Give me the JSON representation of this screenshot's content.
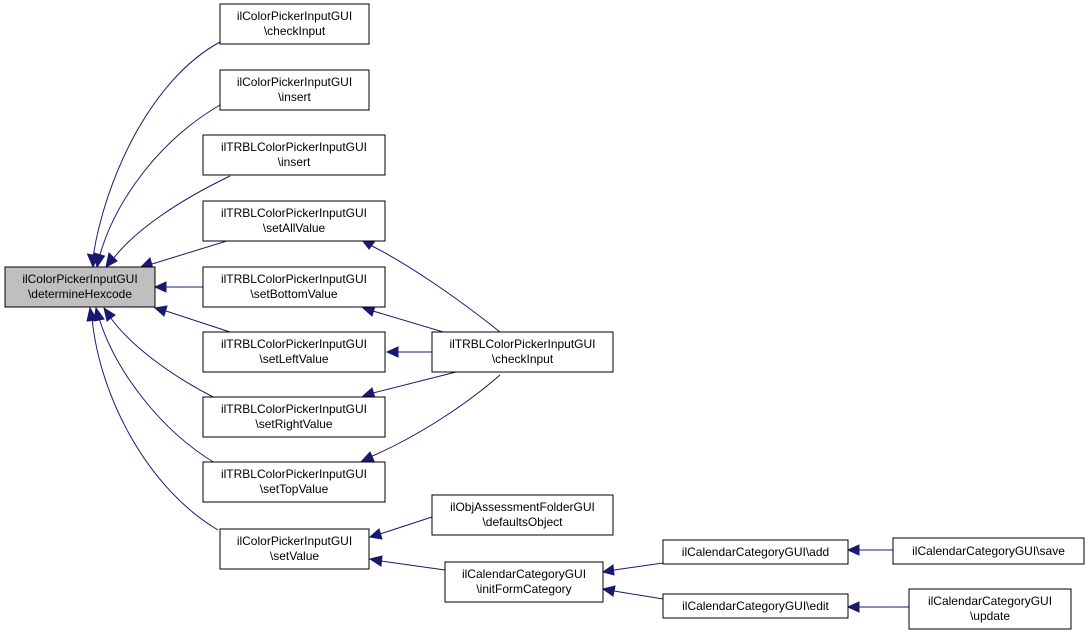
{
  "diagram": {
    "nodes": [
      {
        "id": "n0",
        "line1": "ilColorPickerInputGUI",
        "line2": "\\determineHexcode",
        "highlight": true
      },
      {
        "id": "n1",
        "line1": "ilColorPickerInputGUI",
        "line2": "\\checkInput"
      },
      {
        "id": "n2",
        "line1": "ilColorPickerInputGUI",
        "line2": "\\insert"
      },
      {
        "id": "n3",
        "line1": "ilTRBLColorPickerInputGUI",
        "line2": "\\insert"
      },
      {
        "id": "n4",
        "line1": "ilTRBLColorPickerInputGUI",
        "line2": "\\setAllValue"
      },
      {
        "id": "n5",
        "line1": "ilTRBLColorPickerInputGUI",
        "line2": "\\setBottomValue"
      },
      {
        "id": "n6",
        "line1": "ilTRBLColorPickerInputGUI",
        "line2": "\\setLeftValue"
      },
      {
        "id": "n7",
        "line1": "ilTRBLColorPickerInputGUI",
        "line2": "\\setRightValue"
      },
      {
        "id": "n8",
        "line1": "ilTRBLColorPickerInputGUI",
        "line2": "\\setTopValue"
      },
      {
        "id": "n9",
        "line1": "ilColorPickerInputGUI",
        "line2": "\\setValue"
      },
      {
        "id": "n10",
        "line1": "ilTRBLColorPickerInputGUI",
        "line2": "\\checkInput"
      },
      {
        "id": "n11",
        "line1": "ilObjAssessmentFolderGUI",
        "line2": "\\defaultsObject"
      },
      {
        "id": "n12",
        "line1": "ilCalendarCategoryGUI",
        "line2": "\\initFormCategory"
      },
      {
        "id": "n13",
        "line1": "ilCalendarCategoryGUI\\add",
        "line2": ""
      },
      {
        "id": "n14",
        "line1": "ilCalendarCategoryGUI\\edit",
        "line2": ""
      },
      {
        "id": "n15",
        "line1": "ilCalendarCategoryGUI\\save",
        "line2": ""
      },
      {
        "id": "n16",
        "line1": "ilCalendarCategoryGUI",
        "line2": "\\update"
      }
    ],
    "edges": [
      {
        "from": "n1",
        "to": "n0"
      },
      {
        "from": "n2",
        "to": "n0"
      },
      {
        "from": "n3",
        "to": "n0"
      },
      {
        "from": "n4",
        "to": "n0"
      },
      {
        "from": "n5",
        "to": "n0"
      },
      {
        "from": "n6",
        "to": "n0"
      },
      {
        "from": "n7",
        "to": "n0"
      },
      {
        "from": "n8",
        "to": "n0"
      },
      {
        "from": "n9",
        "to": "n0"
      },
      {
        "from": "n10",
        "to": "n4"
      },
      {
        "from": "n10",
        "to": "n5"
      },
      {
        "from": "n10",
        "to": "n6"
      },
      {
        "from": "n10",
        "to": "n7"
      },
      {
        "from": "n10",
        "to": "n8"
      },
      {
        "from": "n11",
        "to": "n9"
      },
      {
        "from": "n12",
        "to": "n9"
      },
      {
        "from": "n13",
        "to": "n12"
      },
      {
        "from": "n14",
        "to": "n12"
      },
      {
        "from": "n15",
        "to": "n13"
      },
      {
        "from": "n16",
        "to": "n14"
      }
    ],
    "colors": {
      "node_fill": "#ffffff",
      "highlight_fill": "#bfbfbf",
      "node_border": "#000000",
      "edge": "#191970",
      "text": "#000000"
    }
  }
}
